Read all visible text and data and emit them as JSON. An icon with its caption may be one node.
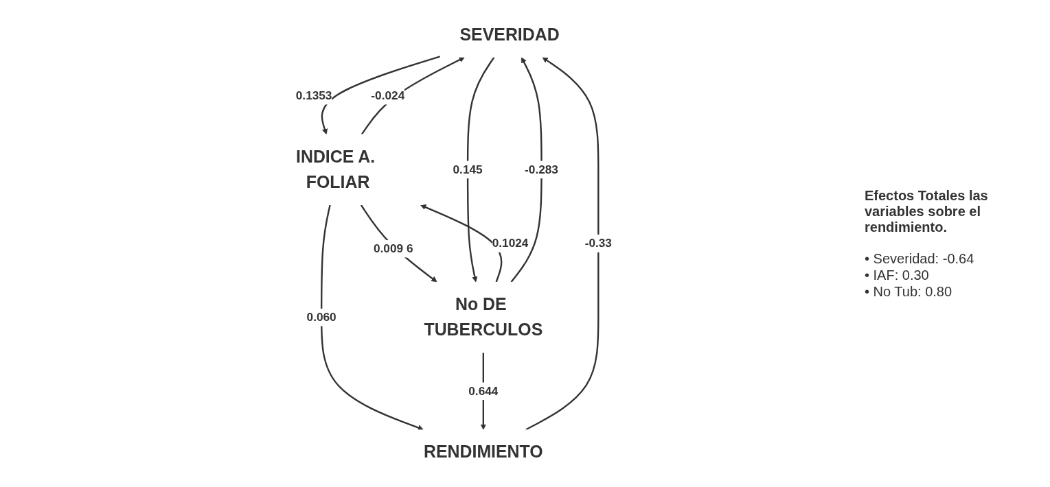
{
  "diagram": {
    "nodes": [
      {
        "text": [
          "SEVERIDAD"
        ]
      },
      {
        "text": [
          "RENDIMIENTO"
        ]
      },
      {
        "text": [
          "INDICE A. FOLIAR"
        ]
      },
      {
        "text": [
          "No DE TUBERCULOS"
        ]
      }
    ],
    "edges": [
      {
        "from": 1,
        "to": 0,
        "arrow": "to",
        "label": "-0.33"
      },
      {
        "from": 2,
        "to": 0,
        "arrow": "to",
        "label": "-0.024"
      },
      {
        "from": 0,
        "to": 2,
        "arrow": "to",
        "label": "0.1353"
      },
      {
        "from": 2,
        "to": 1,
        "arrow": "to",
        "label": "0.060"
      },
      {
        "from": 3,
        "to": 1,
        "arrow": "to",
        "label": "0.644"
      },
      {
        "from": 3,
        "to": 2,
        "arrow": "to",
        "label": "0.1024"
      },
      {
        "from": 2,
        "to": 3,
        "arrow": "to",
        "label": "0.009 6"
      },
      {
        "from": 3,
        "to": 0,
        "arrow": "to",
        "label": "-0.283"
      },
      {
        "from": 0,
        "to": 3,
        "arrow": "to",
        "label": "0.145"
      }
    ],
    "labels": [
      "Efectos Totales las variables sobre el rendimiento.",
      "• Severidad: -0.64",
      "• IAF: 0.30",
      "• No Tub: 0.80"
    ]
  }
}
